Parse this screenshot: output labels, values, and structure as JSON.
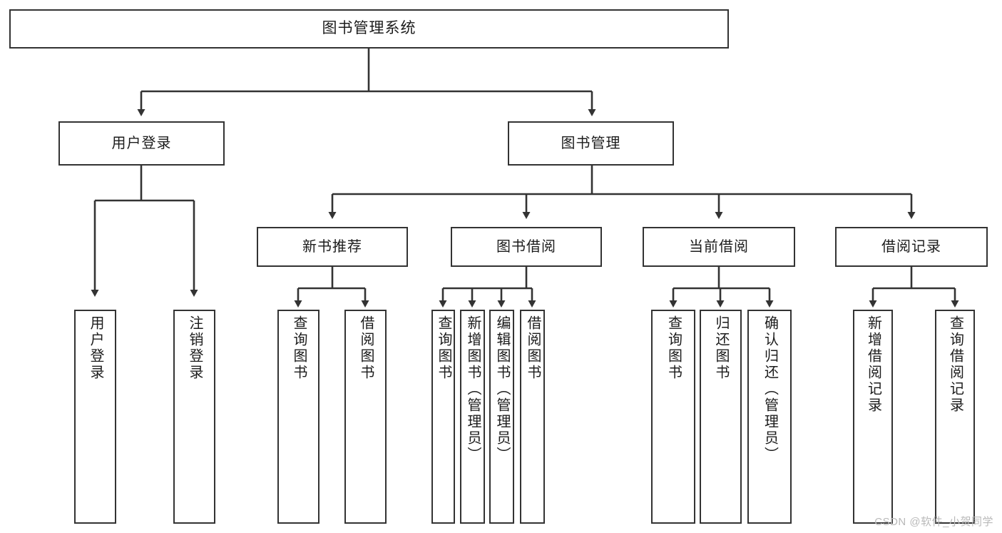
{
  "diagram": {
    "title": "图书管理系统",
    "type": "hierarchy-tree",
    "colors": {
      "box_border": "#333333",
      "box_fill": "#ffffff",
      "edge": "#333333",
      "text": "#1c1c1c",
      "watermark": "#b9b9b9"
    },
    "root": {
      "label": "图书管理系统"
    },
    "level2": [
      {
        "label": "用户登录"
      },
      {
        "label": "图书管理"
      }
    ],
    "level3": [
      {
        "label": "新书推荐"
      },
      {
        "label": "图书借阅"
      },
      {
        "label": "当前借阅"
      },
      {
        "label": "借阅记录"
      }
    ],
    "leaves": {
      "user_login": [
        {
          "label": "用户登录"
        },
        {
          "label": "注销登录"
        }
      ],
      "new_book_recommend": [
        {
          "label": "查询图书"
        },
        {
          "label": "借阅图书"
        }
      ],
      "book_borrow": [
        {
          "label": "查询图书"
        },
        {
          "label": "新增图书（管理员）"
        },
        {
          "label": "编辑图书（管理员）"
        },
        {
          "label": "借阅图书"
        }
      ],
      "current_borrow": [
        {
          "label": "查询图书"
        },
        {
          "label": "归还图书"
        },
        {
          "label": "确认归还（管理员）"
        }
      ],
      "borrow_record": [
        {
          "label": "新增借阅记录"
        },
        {
          "label": "查询借阅记录"
        }
      ]
    }
  },
  "watermark": {
    "text": "CSDN @软件_小贺同学"
  }
}
